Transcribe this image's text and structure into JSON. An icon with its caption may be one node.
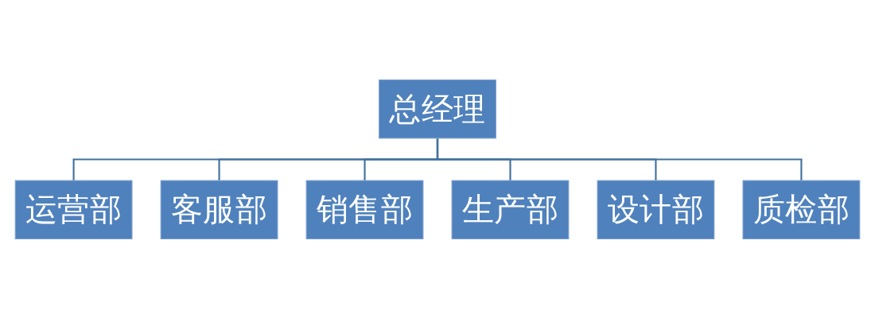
{
  "diagram": {
    "nodes": [
      {
        "text": [
          "总经理"
        ]
      },
      {
        "text": [
          "运营部"
        ]
      },
      {
        "text": [
          "客服部"
        ]
      },
      {
        "text": [
          "销售部"
        ]
      },
      {
        "text": [
          "生产部"
        ]
      },
      {
        "text": [
          "设计部"
        ]
      },
      {
        "text": [
          "质检部"
        ]
      }
    ],
    "edges": [
      {
        "from": 0,
        "to": 1,
        "arrow": "none"
      },
      {
        "from": 0,
        "to": 2,
        "arrow": "none"
      },
      {
        "from": 0,
        "to": 3,
        "arrow": "none"
      },
      {
        "from": 0,
        "to": 4,
        "arrow": "none"
      },
      {
        "from": 0,
        "to": 5,
        "arrow": "none"
      },
      {
        "from": 0,
        "to": 6,
        "arrow": "none"
      }
    ]
  }
}
